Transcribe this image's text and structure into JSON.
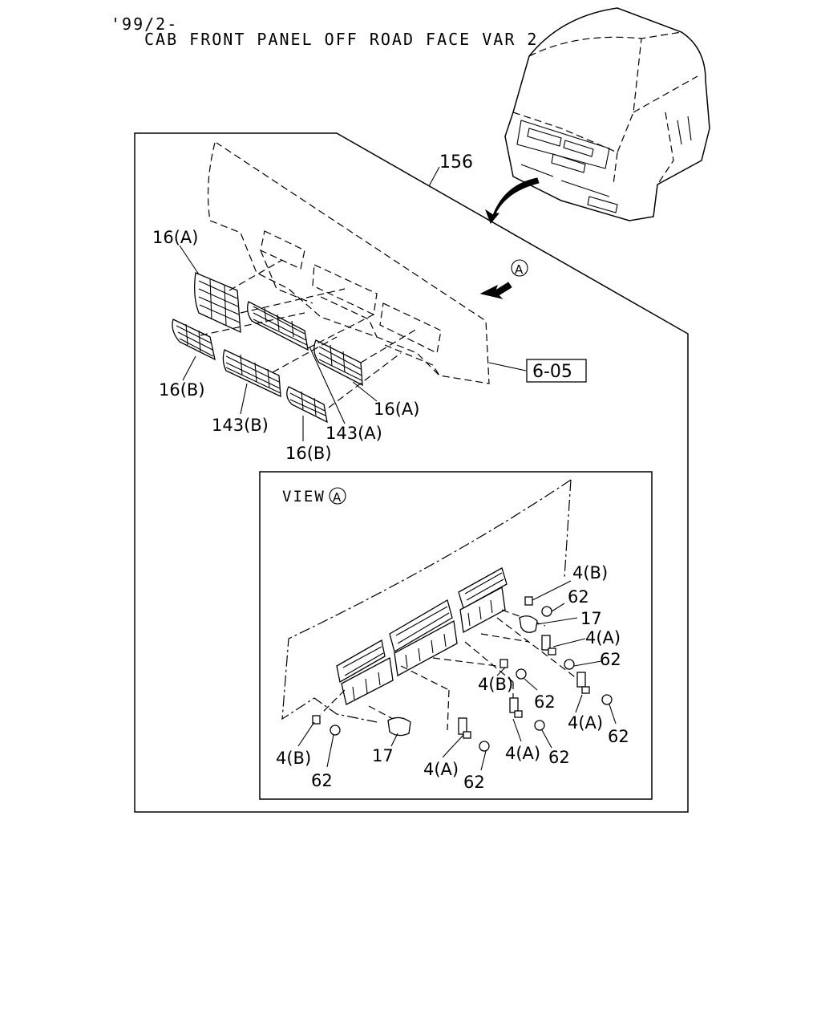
{
  "header": {
    "date_code": "'99/2-",
    "title": "CAB FRONT PANEL OFF ROAD FACE VAR 2"
  },
  "main_view": {
    "panel_label": "156",
    "view_pointer": "A",
    "ref_box": "6-05",
    "labels": [
      "16(A)",
      "16(B)",
      "143(B)",
      "16(B)",
      "143(A)",
      "16(A)"
    ]
  },
  "detail_view": {
    "title": "VIEW",
    "title_marker": "A",
    "labels": [
      "4(B)",
      "62",
      "17",
      "4(A)",
      "62",
      "4(B)",
      "62",
      "4(A)",
      "62",
      "4(A)",
      "62",
      "4(A)",
      "62",
      "4(B)",
      "62",
      "17"
    ]
  }
}
